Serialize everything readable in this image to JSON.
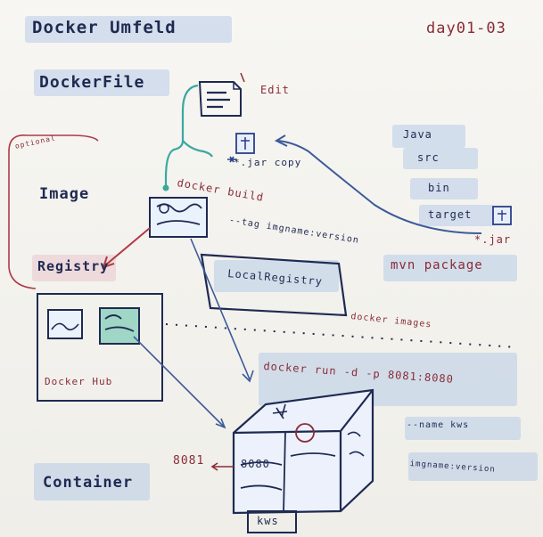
{
  "board": {
    "title": "Docker Umfeld",
    "date": "day01-03",
    "dockerfile": "DockerFile",
    "image": "Image",
    "registry": "Registry",
    "container": "Container",
    "local_registry": "LocalRegistry",
    "docker_hub": "Docker Hub",
    "edit": "Edit",
    "jar_copy": "*.jar copy",
    "docker_build": "docker build",
    "tag": "--tag imgname:version",
    "optional": "optional",
    "docker_images": "docker images",
    "docker_run": "docker run -d -p 8081:8080",
    "name": "--name kws",
    "imgname": "imgname:version",
    "host_port": "8081",
    "container_port": "8080",
    "container_name": "kws",
    "tree": [
      "Java",
      "src",
      "bin",
      "target"
    ],
    "jar": "*.jar",
    "mvn": "mvn package"
  },
  "colors": {
    "navy": "#1f2a52",
    "red": "#8a2b36",
    "teal": "#3aa8a0",
    "blue_arrow": "#3c5a9a",
    "highlight_blue": "#aac3e6",
    "highlight_pink": "#e6afb9"
  }
}
